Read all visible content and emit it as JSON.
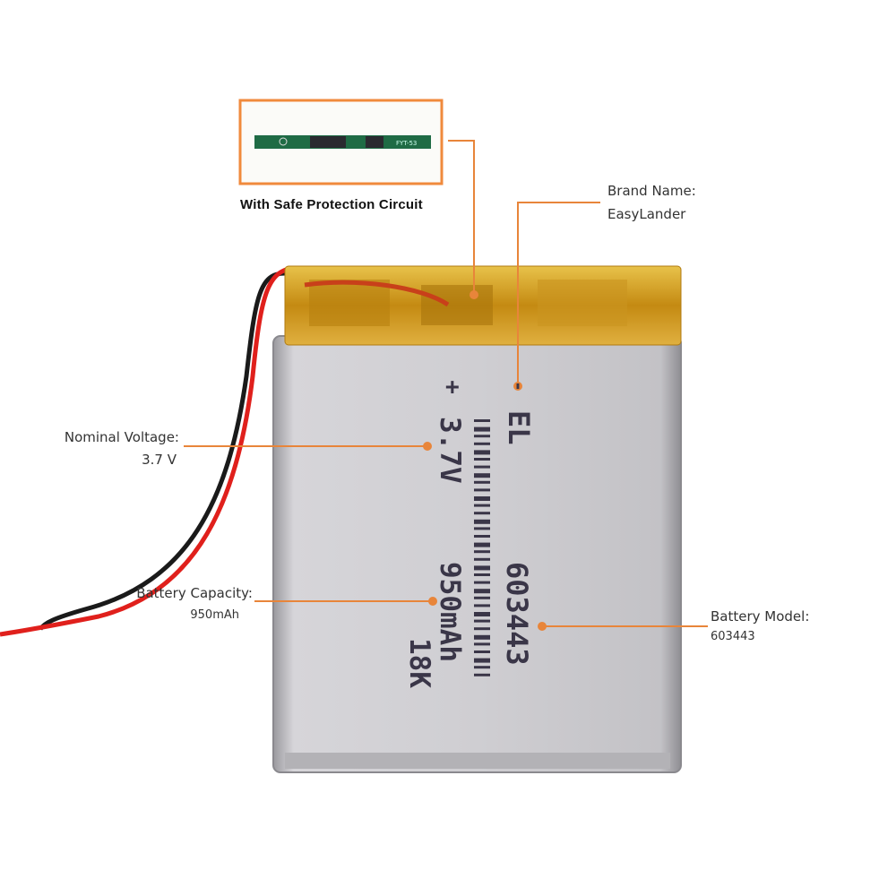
{
  "pcb_caption": "With Safe Protection Circuit",
  "pcb_marking": "FYT-53",
  "callouts": {
    "brand": {
      "label": "Brand Name:",
      "value": "EasyLander"
    },
    "voltage": {
      "label": "Nominal Voltage:",
      "value": "3.7 V"
    },
    "capacity": {
      "label": "Battery  Capacity:",
      "value": "950mAh"
    },
    "model": {
      "label": "Battery Model:",
      "value": "603443"
    }
  },
  "battery_print": {
    "plus": "+",
    "minus": "-",
    "logo": "EL",
    "voltage": "3.7V",
    "model": "603443",
    "capacity": "950mAh",
    "code": "18K"
  },
  "colors": {
    "accent": "#e8853a",
    "tape": "#d9a520",
    "body": "#c9c8cc",
    "wire_red": "#e0201c",
    "wire_black": "#1a1a1a",
    "pcb": "#1f6b45"
  }
}
